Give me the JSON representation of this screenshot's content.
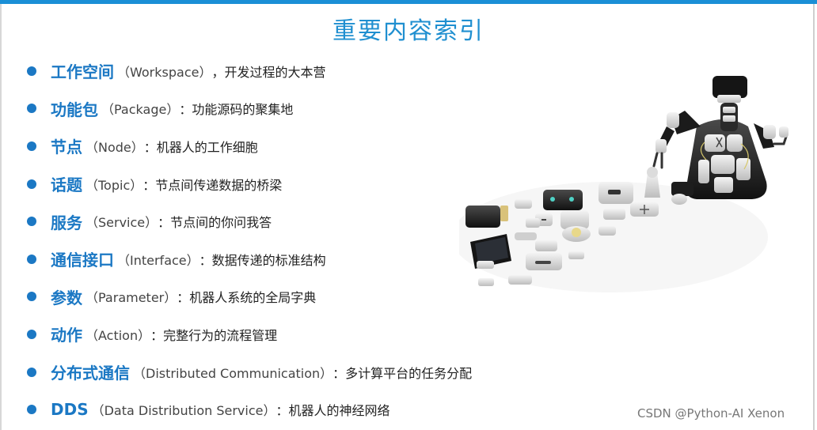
{
  "title": "重要内容索引",
  "items": [
    {
      "term": "工作空间",
      "eng": "（Workspace）",
      "desc": "，开发过程的大本营"
    },
    {
      "term": "功能包",
      "eng": "（Package）",
      "desc": "：功能源码的聚集地"
    },
    {
      "term": "节点",
      "eng": "（Node）",
      "desc": "：机器人的工作细胞"
    },
    {
      "term": "话题",
      "eng": "（Topic）",
      "desc": "：节点间传递数据的桥梁"
    },
    {
      "term": "服务",
      "eng": "（Service）",
      "desc": "：节点间的你问我答"
    },
    {
      "term": "通信接口",
      "eng": "（Interface）",
      "desc": "：数据传递的标准结构"
    },
    {
      "term": "参数",
      "eng": "（Parameter）",
      "desc": "：机器人系统的全局字典"
    },
    {
      "term": "动作",
      "eng": "（Action）",
      "desc": "：完整行为的流程管理"
    },
    {
      "term": "分布式通信",
      "eng": "（Distributed Communication）",
      "desc": "：多计算平台的任务分配"
    },
    {
      "term": "DDS",
      "eng": "（Data Distribution Service）",
      "desc": "：机器人的神经网络"
    }
  ],
  "watermark": "CSDN @Python-AI Xenon",
  "colors": {
    "accent": "#1b78c4",
    "title": "#1f8fd0",
    "top_bar": "#1a8fd6"
  }
}
